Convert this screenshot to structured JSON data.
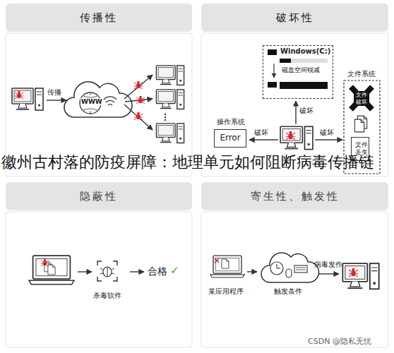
{
  "diagram": {
    "title": "徽州古村落的防疫屏障：地理单元如何阻断病毒传播链",
    "nodes": [
      {
        "text": [
          "传播性"
        ]
      },
      {
        "text": [
          "破坏性"
        ]
      },
      {
        "text": [
          "隐蔽性"
        ]
      },
      {
        "text": [
          "寄生性、触发性"
        ]
      },
      {
        "text": [
          "Windows(C:)",
          "磁盘空间锐减"
        ],
        "in": 1
      },
      {
        "text": [
          "操作系统",
          "Error"
        ],
        "in": 1
      },
      {
        "text": [
          "文件系统"
        ],
        "in": 1
      },
      {
        "text": [
          "文件 破坏"
        ],
        "in": 6
      },
      {
        "text": [
          "文件 丢失"
        ],
        "in": 6
      },
      {
        "text": [
          "杀毒软件"
        ],
        "in": 2
      },
      {
        "text": [
          "某应用程序"
        ],
        "in": 3
      },
      {
        "text": [
          "触发条件"
        ],
        "in": 3
      }
    ],
    "edges": [
      {
        "from": 10,
        "to": 11,
        "arrow": "to"
      }
    ],
    "labels": [
      "传播",
      "WWW",
      "破坏",
      "破坏",
      "破坏",
      "合格",
      "✓",
      "病毒发作",
      "CSDN @隐私无忧"
    ]
  }
}
